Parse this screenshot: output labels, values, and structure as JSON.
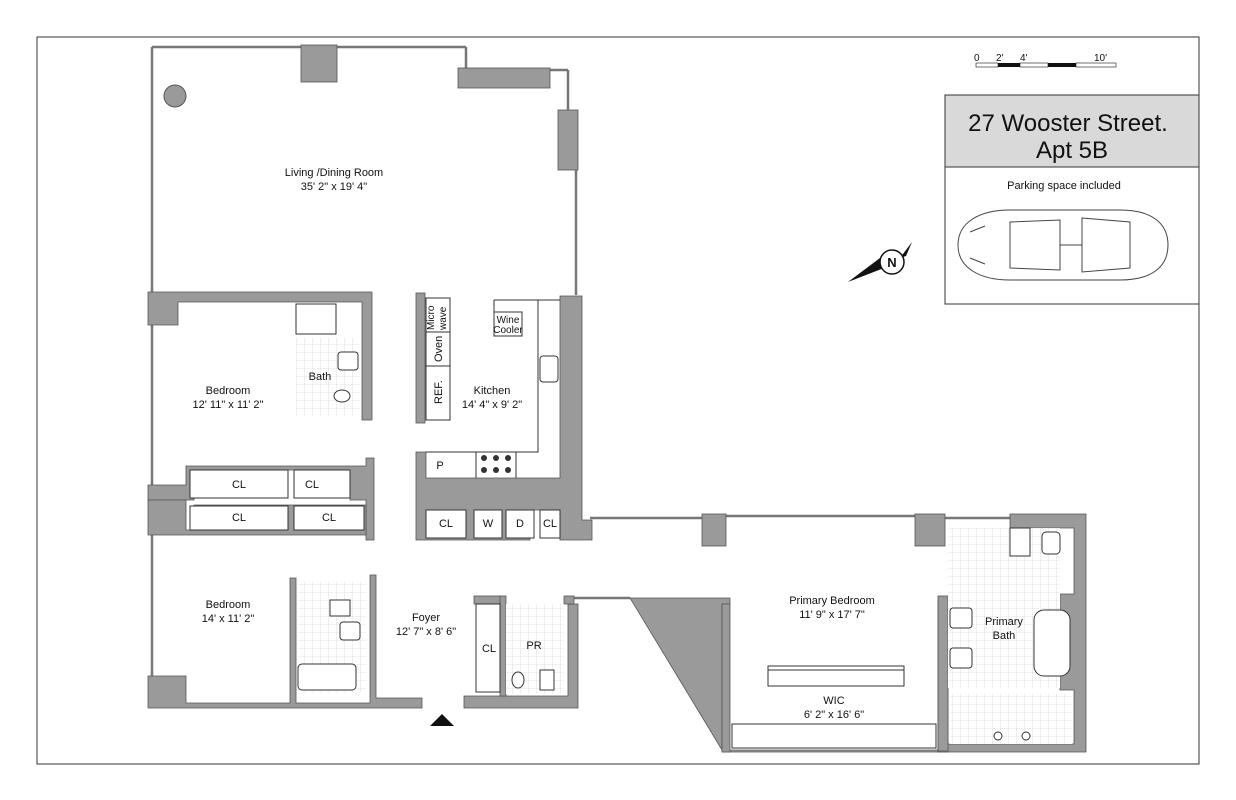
{
  "title": {
    "line1": "27 Wooster Street.",
    "line2": "Apt 5B"
  },
  "parking_note": "Parking space included",
  "scale_bar": {
    "t0": "0",
    "t2": "2'",
    "t4": "4'",
    "t10": "10'"
  },
  "rooms": {
    "living": {
      "name": "Living /Dining Room",
      "dims": "35' 2\" x 19' 4\""
    },
    "bedroom1": {
      "name": "Bedroom",
      "dims": "12' 11\" x 11' 2\""
    },
    "bath": {
      "name": "Bath"
    },
    "kitchen": {
      "name": "Kitchen",
      "dims": "14'  4\" x 9' 2\""
    },
    "bedroom2": {
      "name": "Bedroom",
      "dims": "14' x 11' 2\""
    },
    "foyer": {
      "name": "Foyer",
      "dims": "12' 7\" x 8' 6\""
    },
    "powder": {
      "name": "PR"
    },
    "primary_bedroom": {
      "name": "Primary Bedroom",
      "dims": "11' 9\" x 17' 7\""
    },
    "primary_bath": {
      "name1": "Primary",
      "name2": "Bath"
    },
    "wic": {
      "name": "WIC",
      "dims": "6' 2\" x 16' 6\""
    }
  },
  "closets": {
    "cl": "CL"
  },
  "appliances": {
    "micro1": "Micro",
    "micro2": "wave",
    "oven": "Oven",
    "ref": "REF.",
    "wine1": "Wine",
    "wine2": "Cooler",
    "pantry": "P",
    "washer": "W",
    "dryer": "D"
  },
  "compass": {
    "north": "N"
  },
  "colors": {
    "wall": "#9a9a9a",
    "title_bg": "#d9d9d9",
    "border": "#333333"
  }
}
